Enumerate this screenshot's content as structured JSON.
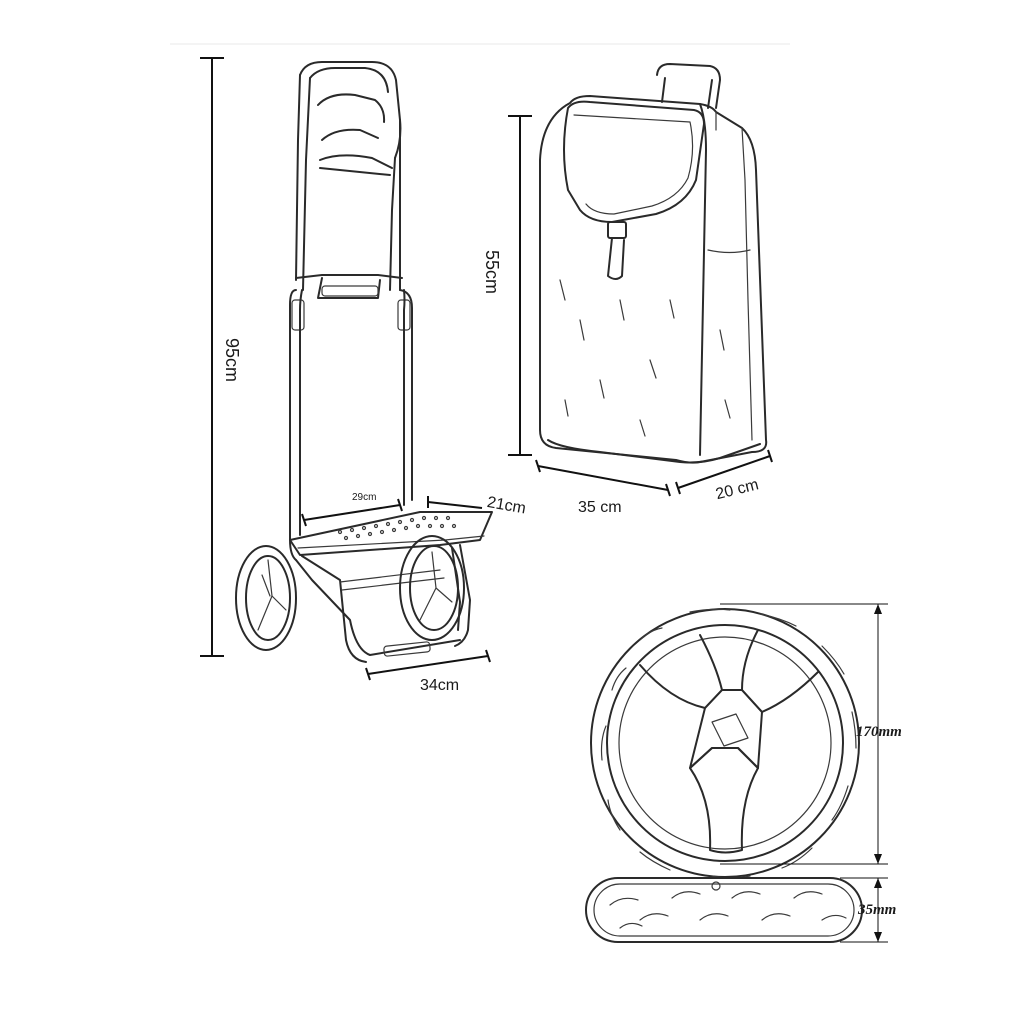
{
  "dimensions": {
    "trolley_height": "95cm",
    "bag_height": "55cm",
    "bag_width": "35 cm",
    "bag_depth": "20 cm",
    "platform_width": "29cm",
    "platform_depth": "21cm",
    "base_width": "34cm",
    "wheel_diameter": "170mm",
    "wheel_width": "35mm"
  },
  "components": {
    "trolley": "trolley-frame",
    "bag": "shopping-bag",
    "wheel_front": "wheel-front-view",
    "wheel_side": "wheel-side-view"
  },
  "colors": {
    "line": "#2a2a2a",
    "background": "#ffffff"
  }
}
